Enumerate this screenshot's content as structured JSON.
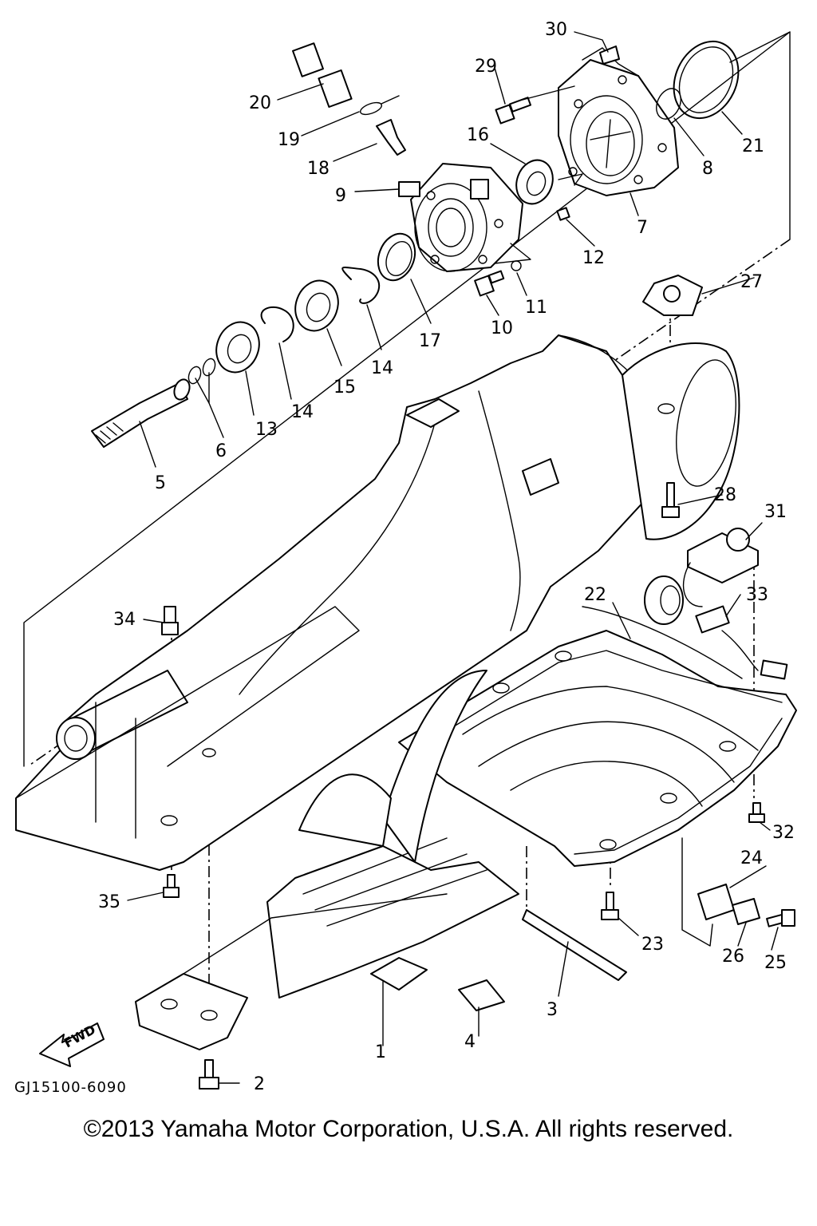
{
  "diagram": {
    "part_code": "GJ15100-6090",
    "fwd_label": "FWD",
    "callouts": [
      {
        "id": "c1",
        "label": "1"
      },
      {
        "id": "c2",
        "label": "2"
      },
      {
        "id": "c3",
        "label": "3"
      },
      {
        "id": "c4",
        "label": "4"
      },
      {
        "id": "c5",
        "label": "5"
      },
      {
        "id": "c6",
        "label": "6"
      },
      {
        "id": "c7",
        "label": "7"
      },
      {
        "id": "c8",
        "label": "8"
      },
      {
        "id": "c9",
        "label": "9"
      },
      {
        "id": "c10",
        "label": "10"
      },
      {
        "id": "c11",
        "label": "11"
      },
      {
        "id": "c12",
        "label": "12"
      },
      {
        "id": "c13",
        "label": "13"
      },
      {
        "id": "c14a",
        "label": "14"
      },
      {
        "id": "c14b",
        "label": "14"
      },
      {
        "id": "c15",
        "label": "15"
      },
      {
        "id": "c16",
        "label": "16"
      },
      {
        "id": "c17",
        "label": "17"
      },
      {
        "id": "c18",
        "label": "18"
      },
      {
        "id": "c19",
        "label": "19"
      },
      {
        "id": "c20",
        "label": "20"
      },
      {
        "id": "c21",
        "label": "21"
      },
      {
        "id": "c22",
        "label": "22"
      },
      {
        "id": "c23",
        "label": "23"
      },
      {
        "id": "c24",
        "label": "24"
      },
      {
        "id": "c25",
        "label": "25"
      },
      {
        "id": "c26",
        "label": "26"
      },
      {
        "id": "c27",
        "label": "27"
      },
      {
        "id": "c28",
        "label": "28"
      },
      {
        "id": "c29",
        "label": "29"
      },
      {
        "id": "c30",
        "label": "30"
      },
      {
        "id": "c31",
        "label": "31"
      },
      {
        "id": "c32",
        "label": "32"
      },
      {
        "id": "c33",
        "label": "33"
      },
      {
        "id": "c34",
        "label": "34"
      },
      {
        "id": "c35",
        "label": "35"
      }
    ]
  },
  "footer": {
    "copyright": "©2013 Yamaha Motor Corporation, U.S.A. All rights reserved."
  }
}
